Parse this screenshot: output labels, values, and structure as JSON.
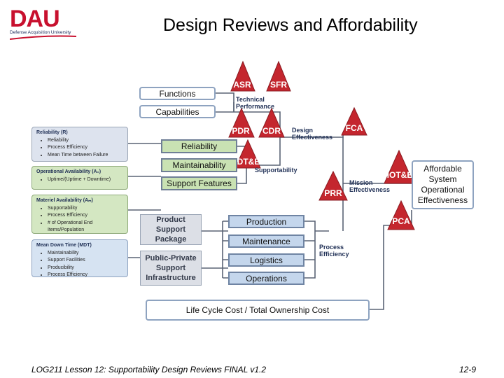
{
  "header": {
    "logo_text": "DAU",
    "logo_tagline": "Defense Acquisition University",
    "title": "Design Reviews and Affordability"
  },
  "footer": {
    "lesson": "LOG211 Lesson 12: Supportability Design Reviews  FINAL v1.2",
    "page": "12-9"
  },
  "reviews": {
    "asr": "ASR",
    "sfr": "SFR",
    "pdr": "PDR",
    "cdr": "CDR",
    "fca": "FCA",
    "dte": "DT&E",
    "prr": "PRR",
    "iote": "IOT&E",
    "pca": "PCA"
  },
  "boxes": {
    "functions": "Functions",
    "capabilities": "Capabilities",
    "reliability": "Reliability",
    "maintainability": "Maintainability",
    "support_features": "Support Features",
    "product_support_package": [
      "Product Support",
      "Package"
    ],
    "public_private": [
      "Public-Private",
      "Support",
      "Infrastructure"
    ],
    "production": "Production",
    "maintenance": "Maintenance",
    "logistics": "Logistics",
    "operations": "Operations",
    "lcc": "Life Cycle Cost / Total Ownership Cost",
    "affordable": [
      "Affordable",
      "System",
      "Operational",
      "Effectiveness"
    ]
  },
  "annotations": {
    "technical_performance": [
      "Technical",
      "Performance"
    ],
    "design_effectiveness": [
      "Design",
      "Effectiveness"
    ],
    "supportability": "Supportability",
    "mission_effectiveness": [
      "Mission",
      "Effectiveness"
    ],
    "process_efficiency": [
      "Process",
      "Efficiency"
    ]
  },
  "panels": {
    "reliability": {
      "heading": "Reliability (R)",
      "items": [
        "Reliability",
        "Process Efficiency",
        "Mean Time between Failure"
      ]
    },
    "operational_availability": {
      "heading": "Operational Availability (A₀)",
      "items": [
        "Uptime/(Uptime + Downtime)"
      ]
    },
    "materiel_availability": {
      "heading": "Materiel Availability (Aₘ)",
      "items": [
        "Supportability",
        "Process Efficiency",
        "# of Operational End Items/Population"
      ]
    },
    "mdt": {
      "heading": "Mean Down Time (MDT)",
      "items": [
        "Maintainability",
        "Support Facilities",
        "Producibility",
        "Process Efficiency"
      ]
    }
  },
  "colors": {
    "review_red": "#c4262e",
    "green_fill": "#c9e2b3",
    "blue_fill": "#c4d6ec",
    "brand_red": "#c8102e"
  }
}
